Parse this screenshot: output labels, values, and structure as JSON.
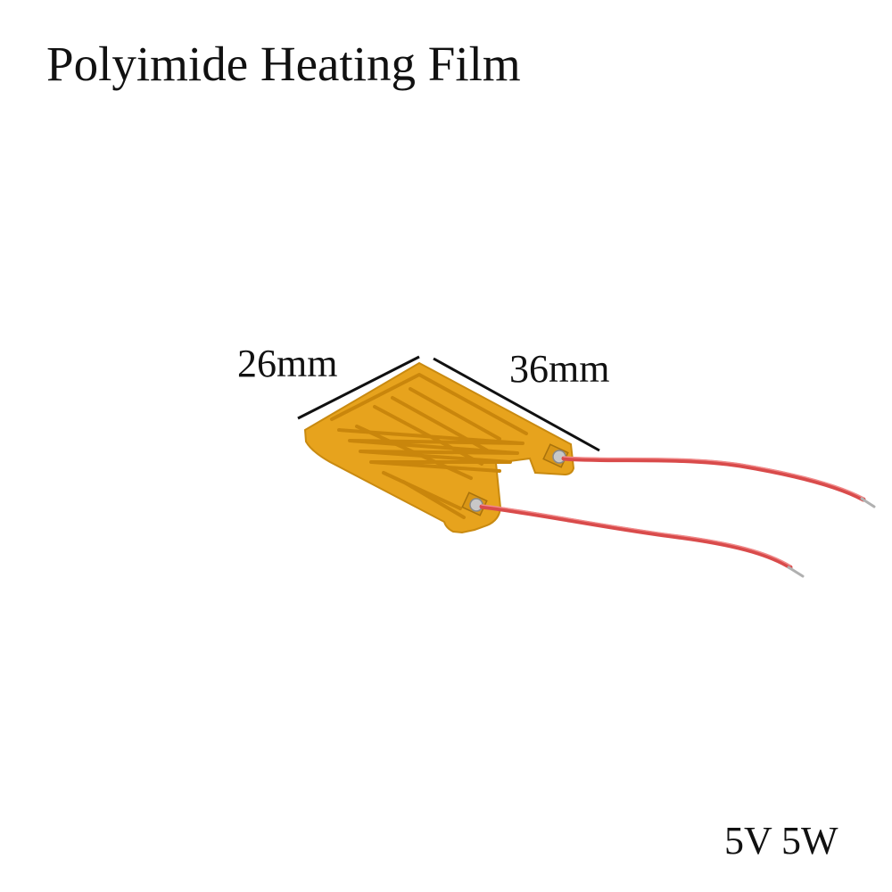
{
  "title": "Polyimide Heating Film",
  "dimensions": {
    "width_label": "26mm",
    "length_label": "36mm"
  },
  "spec": "5V 5W",
  "colors": {
    "film": "#e6a21a",
    "film_trace": "#c9860c",
    "wire": "#d94b4b",
    "solder": "#c8c8c8",
    "text": "#111111"
  }
}
